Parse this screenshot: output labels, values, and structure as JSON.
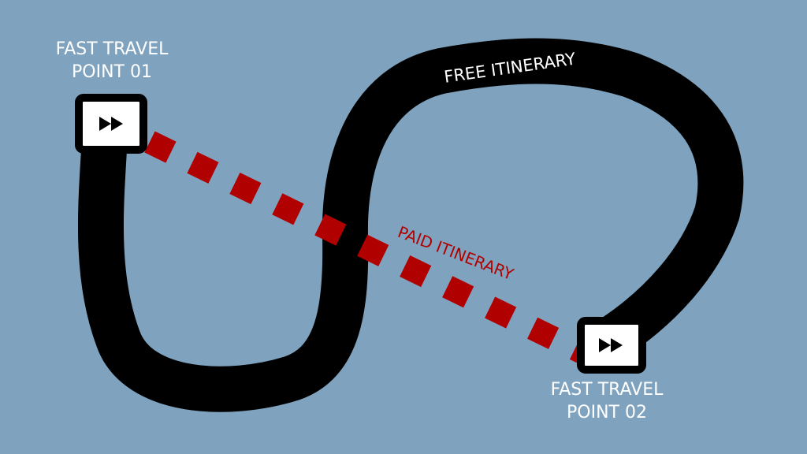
{
  "points": [
    {
      "id": "point-01",
      "line1": "FAST TRAVEL",
      "line2": "POINT 01",
      "icon": "fast-forward-icon"
    },
    {
      "id": "point-02",
      "line1": "FAST TRAVEL",
      "line2": "POINT 02",
      "icon": "fast-forward-icon"
    }
  ],
  "routes": {
    "free": {
      "label": "FREE ITINERARY",
      "color": "#000000"
    },
    "paid": {
      "label": "PAID ITINERARY",
      "color": "#b00000"
    }
  },
  "colors": {
    "background": "#7fa3bf",
    "node_fill": "#ffffff",
    "node_border": "#000000"
  }
}
